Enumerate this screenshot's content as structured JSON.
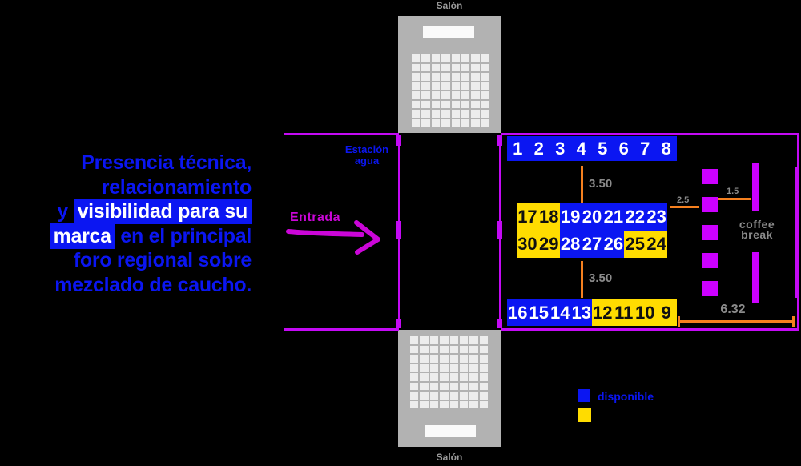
{
  "headline": {
    "line1": "Presencia técnica,",
    "line2": "relacionamiento",
    "line3_prefix": "y ",
    "line3_highlight": "visibilidad para su",
    "line4_highlight": "marca",
    "line4_suffix": " en el principal",
    "line5": "foro regional sobre",
    "line6": "mezclado de caucho."
  },
  "plan": {
    "salon_top_label": "Salón",
    "salon_bottom_label": "Salón",
    "estacion_line1": "Estación",
    "estacion_line2": "agua",
    "entrada_label": "Entrada",
    "coffee_line1": "coffee",
    "coffee_line2": "break"
  },
  "dimensions": {
    "gap_top_rows": "3.50",
    "gap_bottom_rows": "3.50",
    "gap_booths_squares": "2.5",
    "gap_squares_tables": "1.5",
    "right_zone_width": "6.32"
  },
  "booths": {
    "rows": [
      {
        "id": "top",
        "cells": [
          {
            "n": "1",
            "s": "available"
          },
          {
            "n": "2",
            "s": "available"
          },
          {
            "n": "3",
            "s": "available"
          },
          {
            "n": "4",
            "s": "available"
          },
          {
            "n": "5",
            "s": "available"
          },
          {
            "n": "6",
            "s": "available"
          },
          {
            "n": "7",
            "s": "available"
          },
          {
            "n": "8",
            "s": "available"
          }
        ]
      },
      {
        "id": "mid1",
        "cells": [
          {
            "n": "17",
            "s": "reserved"
          },
          {
            "n": "18",
            "s": "reserved"
          },
          {
            "n": "19",
            "s": "available"
          },
          {
            "n": "20",
            "s": "available"
          },
          {
            "n": "21",
            "s": "available"
          },
          {
            "n": "22",
            "s": "available"
          },
          {
            "n": "23",
            "s": "available"
          }
        ]
      },
      {
        "id": "mid2",
        "cells": [
          {
            "n": "30",
            "s": "reserved"
          },
          {
            "n": "29",
            "s": "reserved"
          },
          {
            "n": "28",
            "s": "available"
          },
          {
            "n": "27",
            "s": "available"
          },
          {
            "n": "26",
            "s": "available"
          },
          {
            "n": "25",
            "s": "reserved"
          },
          {
            "n": "24",
            "s": "reserved"
          }
        ]
      },
      {
        "id": "bottom",
        "cells": [
          {
            "n": "16",
            "s": "available"
          },
          {
            "n": "15",
            "s": "available"
          },
          {
            "n": "14",
            "s": "available"
          },
          {
            "n": "13",
            "s": "available"
          },
          {
            "n": "12",
            "s": "reserved"
          },
          {
            "n": "11",
            "s": "reserved"
          },
          {
            "n": "10",
            "s": "reserved"
          },
          {
            "n": "9",
            "s": "reserved"
          }
        ]
      }
    ]
  },
  "legend": {
    "available_label": "disponible"
  },
  "colors": {
    "available": "#0b16f2",
    "available_text": "#ffffff",
    "reserved": "#ffdc00",
    "reserved_text": "#101010",
    "magenta": "#c40af5",
    "entrada": "#cb06d8",
    "orange": "#f5801f",
    "gray_label": "#8b8b8b",
    "salon_gray": "#b2b2b2"
  }
}
